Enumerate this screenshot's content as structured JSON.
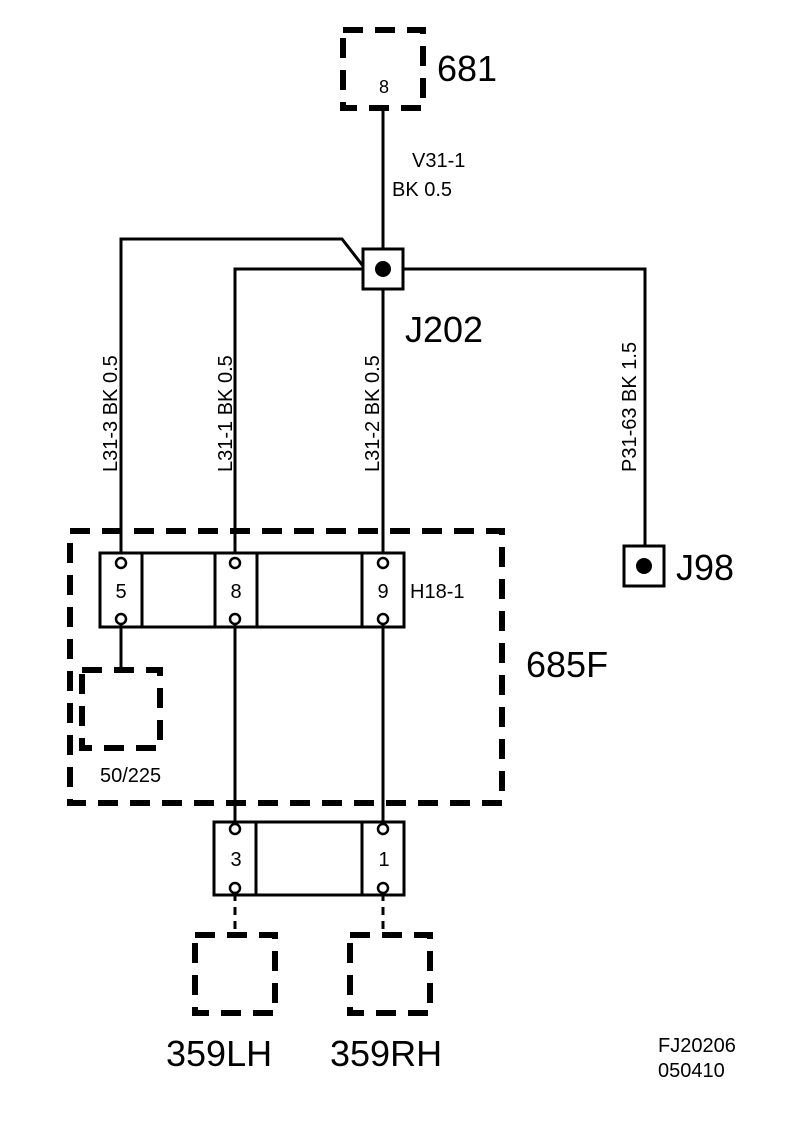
{
  "components": {
    "c681": {
      "label": "681",
      "pin": "8"
    },
    "c685f": {
      "label": "685F"
    },
    "h18": {
      "label": "H18-1",
      "pins": [
        "5",
        "8",
        "9"
      ]
    },
    "c50_225": {
      "label": "50/225"
    },
    "bottom_connector": {
      "pins": [
        "3",
        "1"
      ]
    },
    "c359lh": {
      "label": "359LH"
    },
    "c359rh": {
      "label": "359RH"
    },
    "j202": {
      "label": "J202"
    },
    "j98": {
      "label": "J98"
    }
  },
  "wires": {
    "v31_1": {
      "line1": "V31-1",
      "line2": "BK  0.5"
    },
    "l31_3": {
      "label": "L31-3  BK  0.5"
    },
    "l31_1": {
      "label": "L31-1  BK  0.5"
    },
    "l31_2": {
      "label": "L31-2  BK  0.5"
    },
    "p31_63": {
      "label": "P31-63  BK  1.5"
    }
  },
  "footer": {
    "code": "FJ20206",
    "date": "050410"
  }
}
